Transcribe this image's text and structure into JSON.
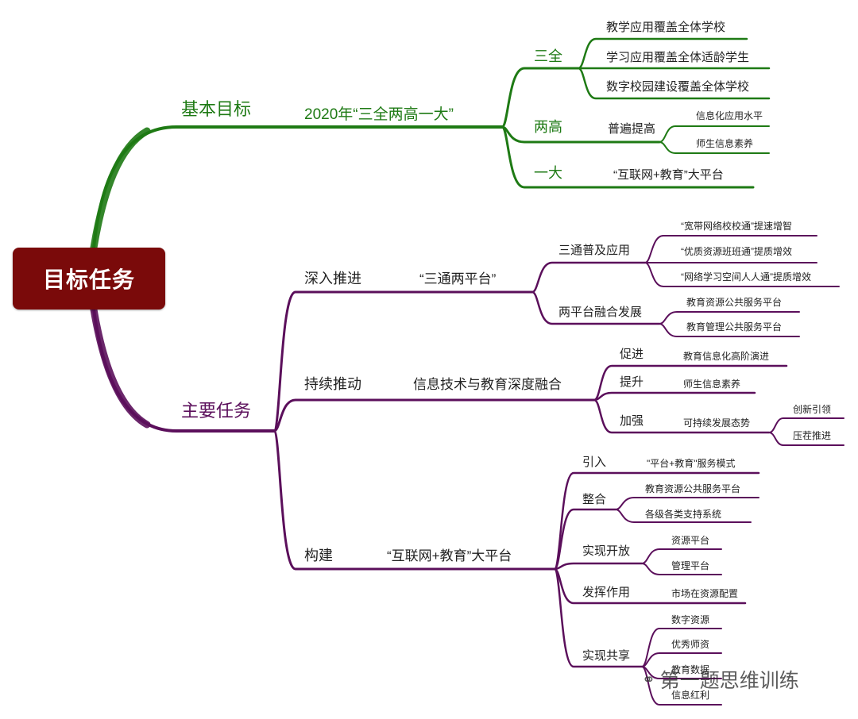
{
  "root": {
    "label": "目标任务"
  },
  "colors": {
    "goal": "#1e7a14",
    "task": "#5b0f5b",
    "root_bg": "#7a0a0a"
  },
  "goal": {
    "label": "基本目标",
    "title": "2020年“三全两高一大”",
    "sanquan": {
      "label": "三全",
      "items": [
        "教学应用覆盖全体学校",
        "学习应用覆盖全体适龄学生",
        "数字校园建设覆盖全体学校"
      ]
    },
    "lianggao": {
      "label": "两高",
      "sub": "普遍提高",
      "items": [
        "信息化应用水平",
        "师生信息素养"
      ]
    },
    "yida": {
      "label": "一大",
      "sub": "“互联网+教育”大平台"
    }
  },
  "tasks": {
    "label": "主要任务",
    "b1": {
      "label": "深入推进",
      "title": "“三通两平台”",
      "santong": {
        "label": "三通普及应用",
        "items": [
          "“宽带网络校校通”提速增智",
          "“优质资源班班通”提质增效",
          "“网络学习空间人人通”提质增效"
        ]
      },
      "liangpingtai": {
        "label": "两平台融合发展",
        "items": [
          "教育资源公共服务平台",
          "教育管理公共服务平台"
        ]
      }
    },
    "b2": {
      "label": "持续推动",
      "title": "信息技术与教育深度融合",
      "cujin": {
        "label": "促进",
        "item": "教育信息化高阶演进"
      },
      "tisheng": {
        "label": "提升",
        "item": "师生信息素养"
      },
      "jiaqiang": {
        "label": "加强",
        "item": "可持续发展态势",
        "subs": [
          "创新引领",
          "压茬推进"
        ]
      }
    },
    "b3": {
      "label": "构建",
      "title": "“互联网+教育”大平台",
      "yinru": {
        "label": "引入",
        "item": "\"平台+教育\"服务模式"
      },
      "zhenghe": {
        "label": "整合",
        "items": [
          "教育资源公共服务平台",
          "各级各类支持系统"
        ]
      },
      "kaifang": {
        "label": "实现开放",
        "items": [
          "资源平台",
          "管理平台"
        ]
      },
      "fahui": {
        "label": "发挥作用",
        "item": "市场在资源配置"
      },
      "gongxiang": {
        "label": "实现共享",
        "items": [
          "数字资源",
          "优秀师资",
          "教育数据",
          "信息红利"
        ]
      }
    }
  },
  "watermark": {
    "icon": "wechat-icon",
    "text": "第一题思维训练"
  }
}
